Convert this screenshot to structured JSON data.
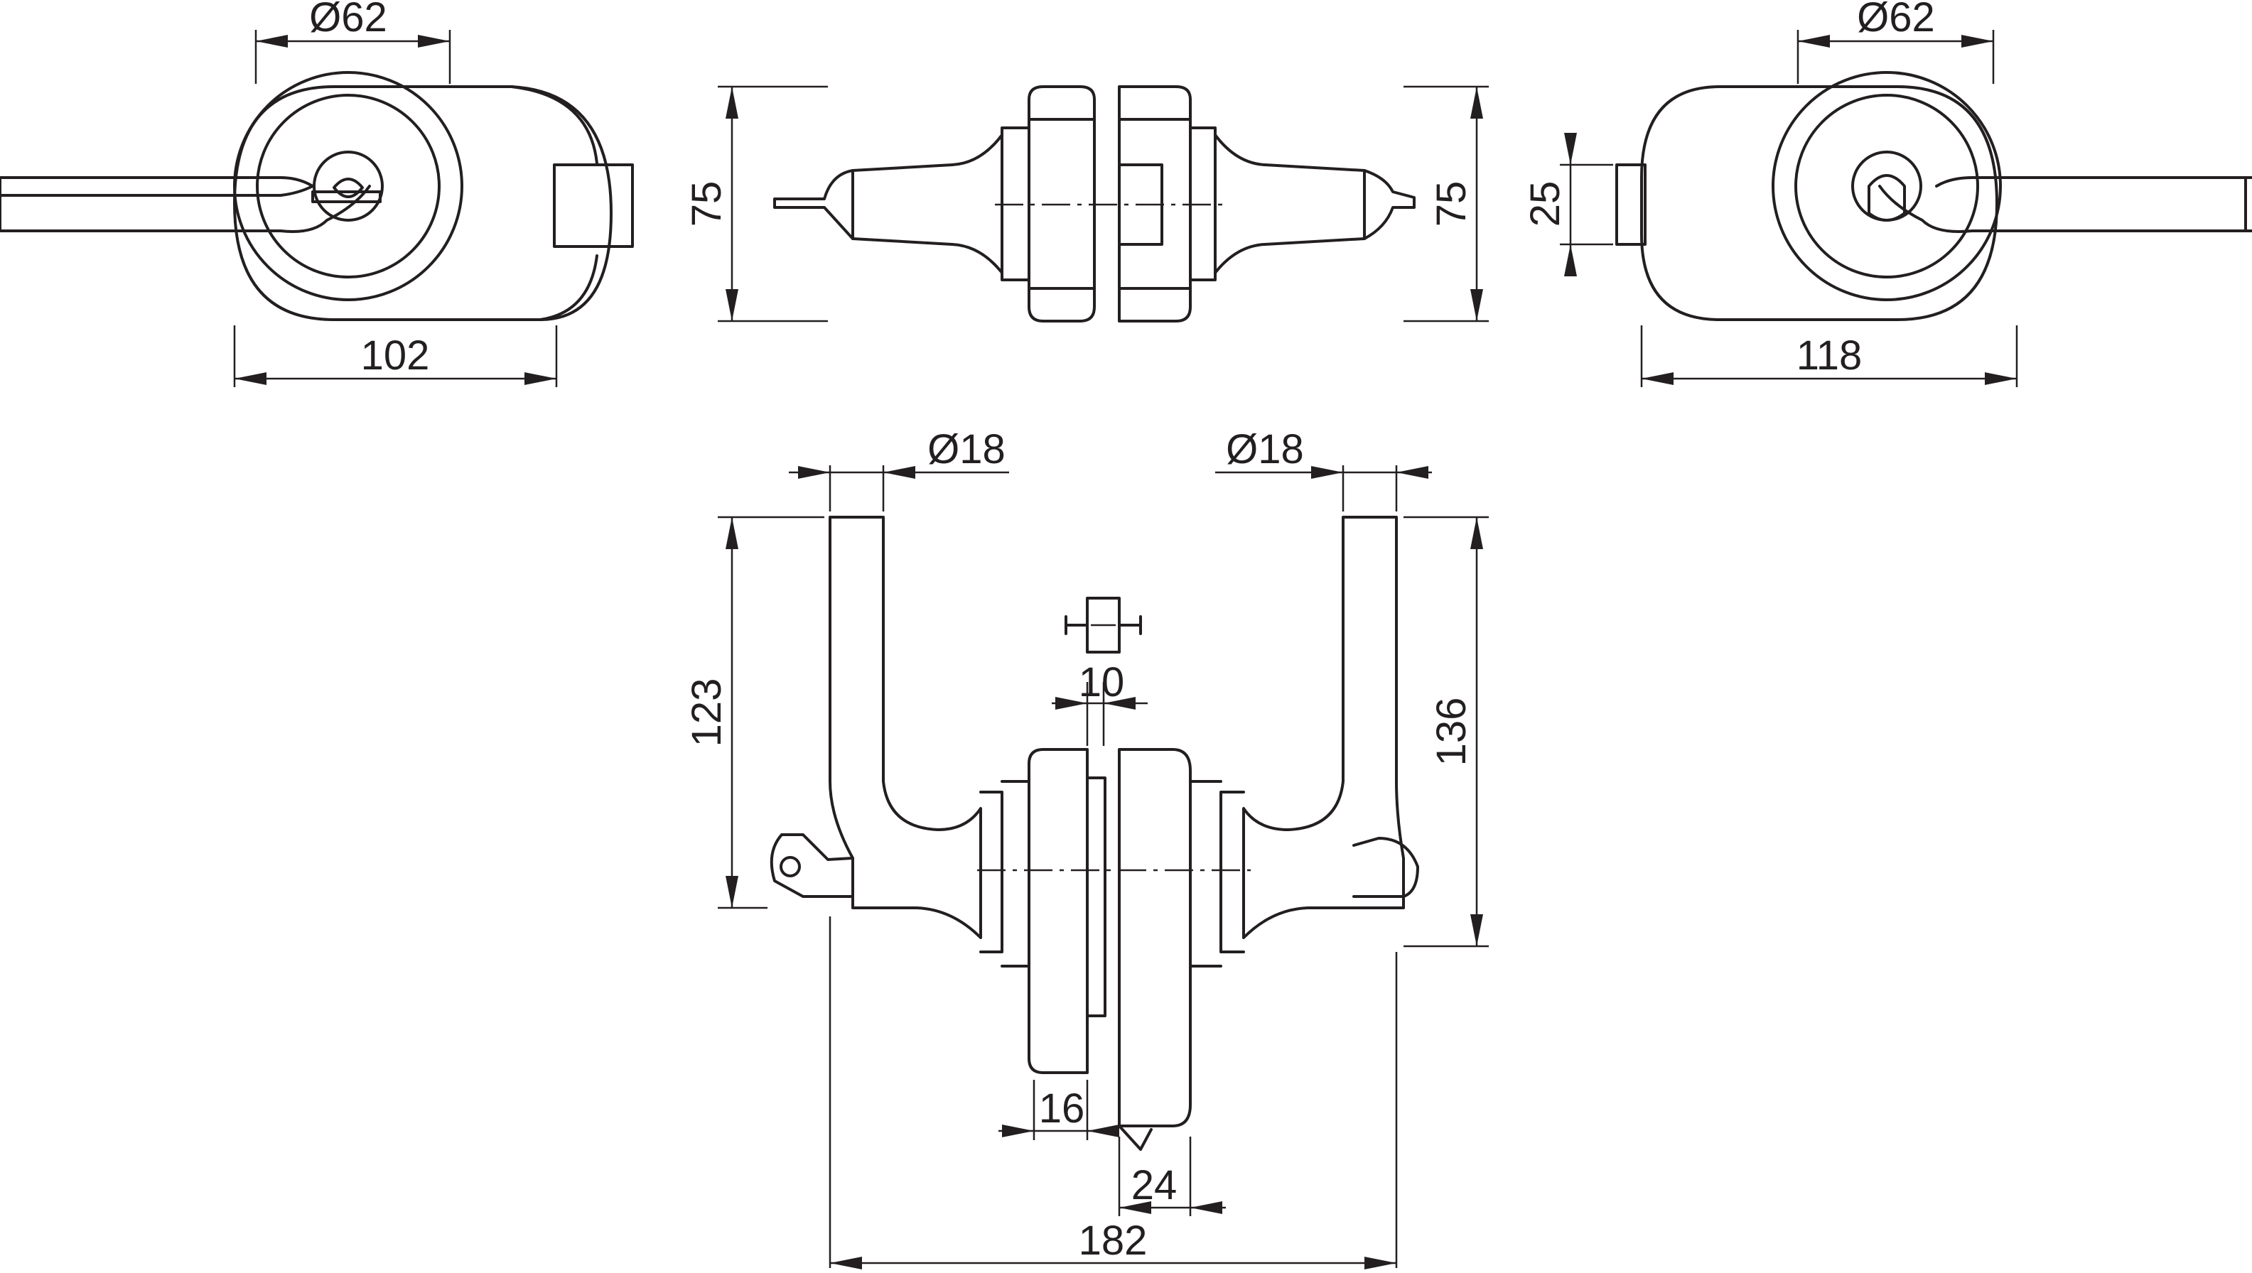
{
  "drawing": {
    "colors": {
      "line": "#231f20",
      "background": "#ffffff"
    },
    "views": {
      "left_view": {
        "dia_label": "Ø62",
        "width_label": "102"
      },
      "side_view": {
        "height_label_left": "75",
        "height_label_right": "75"
      },
      "right_view": {
        "dia_label": "Ø62",
        "width_label": "118",
        "step_label": "25"
      },
      "bottom_view": {
        "lever_dia_left": "Ø18",
        "lever_dia_right": "Ø18",
        "height_left": "123",
        "height_right": "136",
        "glass_label": "10",
        "body_depth_label": "16",
        "offset_label": "24",
        "overall_width_label": "182"
      }
    }
  }
}
